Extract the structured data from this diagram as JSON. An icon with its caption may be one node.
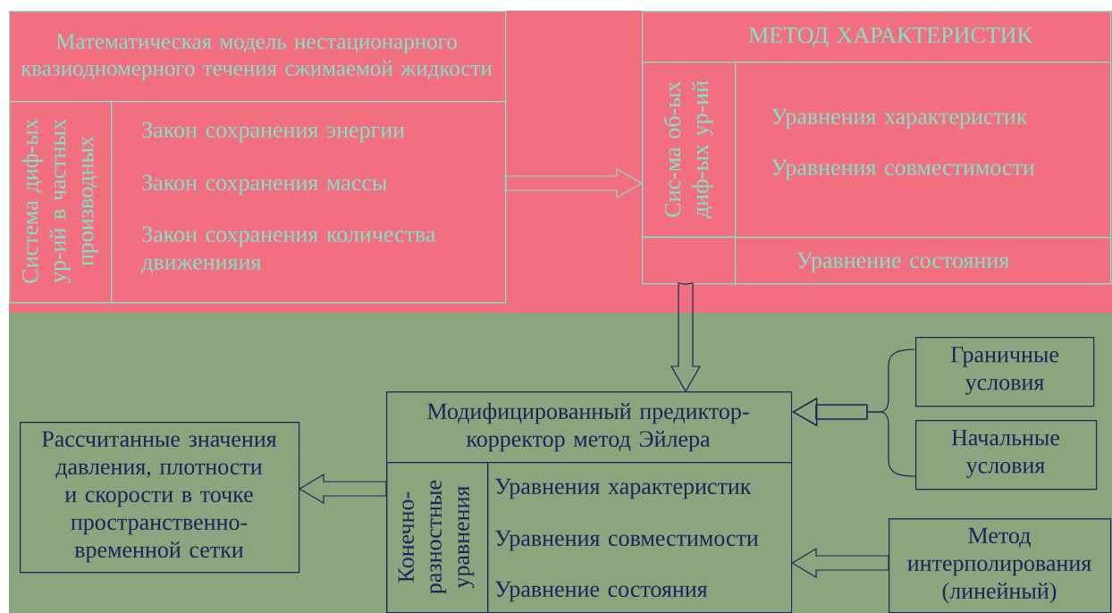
{
  "diagram": {
    "nodes": [
      {
        "text": [
          "Математическая модель нестационарного квазиодномерного течения сжимаемой жидкости"
        ]
      },
      {
        "text": [
          "Система диф-ых ур-ий в частных производных"
        ],
        "in": 0
      },
      {
        "text": [
          "Закон сохранения энергии",
          "Закон сохранения массы",
          "Закон сохранения количества движенияия"
        ],
        "in": 0
      },
      {
        "text": [
          "МЕТОД ХАРАКТЕРИСТИК"
        ]
      },
      {
        "text": [
          "Сис-ма об-ых диф-ых ур-ий"
        ],
        "in": 3
      },
      {
        "text": [
          "Уравнения характеристик",
          "Уравнения совместимости"
        ],
        "in": 3
      },
      {
        "text": [
          "Уравнение состояния"
        ],
        "in": 3
      },
      {
        "text": [
          "Модифицированный предиктор-корректор метод Эйлера"
        ]
      },
      {
        "text": [
          "Конечно-разностные уравнения"
        ],
        "in": 7
      },
      {
        "text": [
          "Уравнения характеристик",
          "Уравнения совместимости",
          "Уравнение состояния"
        ],
        "in": 7
      },
      {
        "text": [
          "Рассчитанные значения давления, плотности и скорости в точке пространственно-временной сетки"
        ]
      },
      {
        "text": [
          "Граничные условия"
        ]
      },
      {
        "text": [
          "Начальные условия"
        ]
      },
      {
        "text": [
          "Метод интерполирования (линейный)"
        ]
      }
    ],
    "edges": [
      {
        "from": 0,
        "to": 3,
        "arrow": "to"
      },
      {
        "from": 3,
        "to": 7,
        "arrow": "to"
      },
      {
        "from": 11,
        "to": 7,
        "arrow": "to"
      },
      {
        "from": 12,
        "to": 7,
        "arrow": "to"
      },
      {
        "from": 13,
        "to": 7,
        "arrow": "to"
      },
      {
        "from": 7,
        "to": 10,
        "arrow": "to"
      }
    ]
  }
}
